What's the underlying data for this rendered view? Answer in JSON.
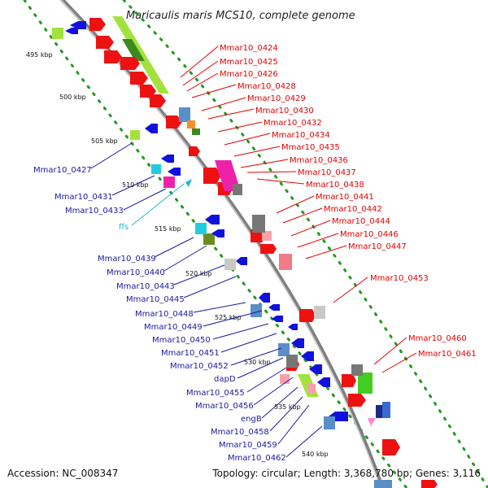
{
  "title": "Maricaulis maris MCS10, complete genome",
  "footer": {
    "accession": "Accession: NC_008347",
    "summary": "Topology: circular; Length: 3,368,780 bp; Genes: 3,116"
  },
  "ticks": [
    "495 kbp",
    "500 kbp",
    "505 kbp",
    "510 kbp",
    "515 kbp",
    "520 kbp",
    "525 kbp",
    "530 kbp",
    "535 kbp",
    "540 kbp"
  ],
  "labels_right": [
    "Mmar10_0424",
    "Mmar10_0425",
    "Mmar10_0426",
    "Mmar10_0428",
    "Mmar10_0429",
    "Mmar10_0430",
    "Mmar10_0432",
    "Mmar10_0434",
    "Mmar10_0435",
    "Mmar10_0436",
    "Mmar10_0437",
    "Mmar10_0438",
    "Mmar10_0441",
    "Mmar10_0442",
    "Mmar10_0444",
    "Mmar10_0446",
    "Mmar10_0447",
    "Mmar10_0453",
    "Mmar10_0460",
    "Mmar10_0461"
  ],
  "labels_left": [
    "Mmar10_0427",
    "Mmar10_0431",
    "Mmar10_0433",
    "ffs",
    "Mmar10_0439",
    "Mmar10_0440",
    "Mmar10_0443",
    "Mmar10_0445",
    "Mmar10_0448",
    "Mmar10_0449",
    "Mmar10_0450",
    "Mmar10_0451",
    "Mmar10_0452",
    "dapD",
    "Mmar10_0455",
    "Mmar10_0456",
    "engB",
    "Mmar10_0458",
    "Mmar10_0459",
    "Mmar10_0462"
  ],
  "colors": {
    "cds_forward": "#ee1111",
    "cds_reverse": "#1111dd",
    "rna": "#22b8d8",
    "backbone": "#999999",
    "tick_dots": "#229922"
  }
}
